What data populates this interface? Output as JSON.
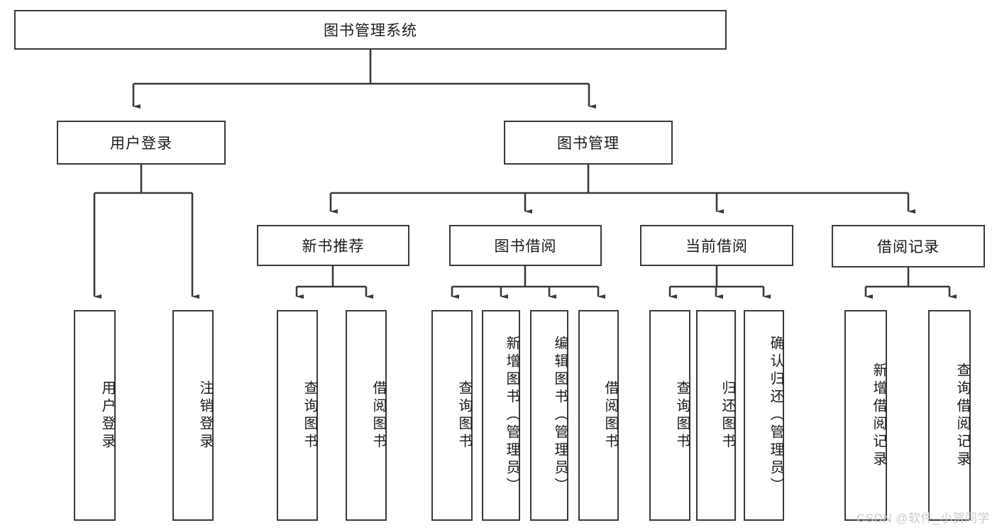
{
  "diagram": {
    "title": "图书管理系统",
    "type": "hierarchy-tree",
    "watermark": "CSDN @软件_小贺同学",
    "colors": {
      "stroke": "#3a3a3a",
      "fill": "#ffffff",
      "text": "#1a1a1a",
      "watermark": "#c9c9c9"
    },
    "nodes": {
      "root": {
        "label": "图书管理系统",
        "orientation": "horizontal"
      },
      "level2": [
        {
          "label": "用户登录",
          "orientation": "horizontal"
        },
        {
          "label": "图书管理",
          "orientation": "horizontal"
        }
      ],
      "level3": [
        {
          "label": "新书推荐",
          "orientation": "horizontal"
        },
        {
          "label": "图书借阅",
          "orientation": "horizontal"
        },
        {
          "label": "当前借阅",
          "orientation": "horizontal"
        },
        {
          "label": "借阅记录",
          "orientation": "horizontal"
        }
      ],
      "leaves": {
        "user_login": [
          {
            "label": "用户登录",
            "orientation": "vertical"
          },
          {
            "label": "注销登录",
            "orientation": "vertical"
          }
        ],
        "new_book_recommend": [
          {
            "label": "查询图书",
            "orientation": "vertical"
          },
          {
            "label": "借阅图书",
            "orientation": "vertical"
          }
        ],
        "book_borrow": [
          {
            "label": "查询图书",
            "orientation": "vertical"
          },
          {
            "label": "新增图书（管理员）",
            "orientation": "vertical"
          },
          {
            "label": "编辑图书（管理员）",
            "orientation": "vertical"
          },
          {
            "label": "借阅图书",
            "orientation": "vertical"
          }
        ],
        "current_borrow": [
          {
            "label": "查询图书",
            "orientation": "vertical"
          },
          {
            "label": "归还图书",
            "orientation": "vertical"
          },
          {
            "label": "确认归还（管理员）",
            "orientation": "vertical"
          }
        ],
        "borrow_record": [
          {
            "label": "新增借阅记录",
            "orientation": "vertical"
          },
          {
            "label": "查询借阅记录",
            "orientation": "vertical"
          }
        ]
      }
    }
  }
}
